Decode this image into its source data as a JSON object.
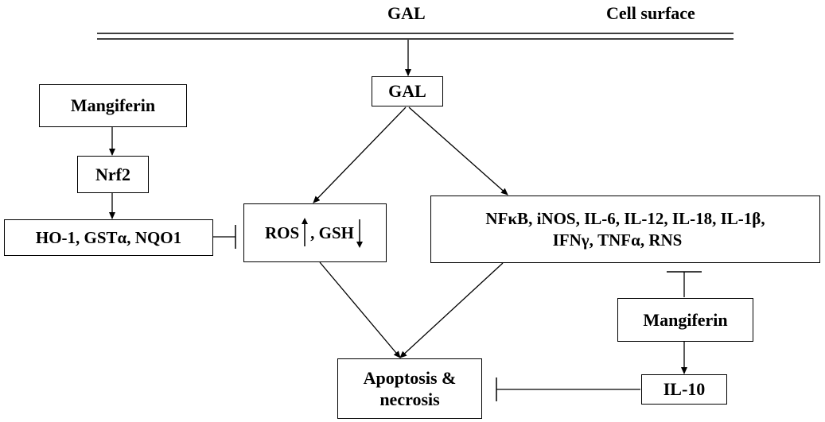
{
  "header": {
    "gal_label": "GAL",
    "cell_surface_label": "Cell surface"
  },
  "nodes": {
    "gal": "GAL",
    "mangiferin_left": "Mangiferin",
    "nrf2": "Nrf2",
    "ho1": "HO-1, GSTα, NQO1",
    "ros_text": "ROS",
    "gsh_text": ", GSH",
    "nfkb_line1": "NFκB, iNOS, IL-6, IL-12, IL-18, IL-1β,",
    "nfkb_line2": "IFNγ, TNFα, RNS",
    "mangiferin_right": "Mangiferin",
    "il10": "IL-10",
    "apoptosis_line1": "Apoptosis &",
    "apoptosis_line2": "necrosis"
  }
}
